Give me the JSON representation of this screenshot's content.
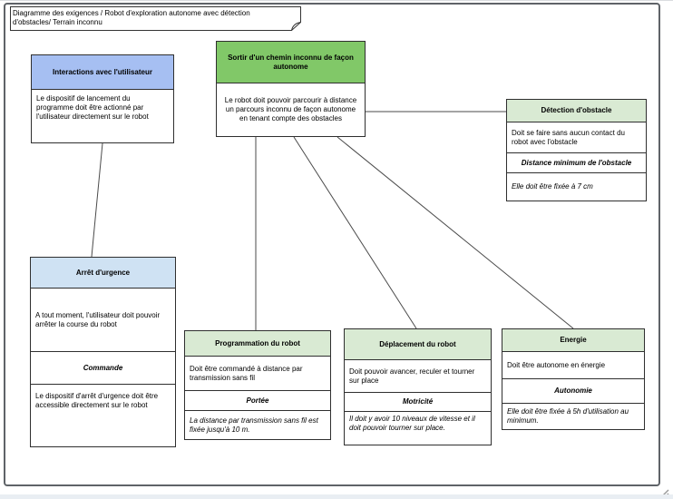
{
  "title_note": {
    "text": "Diagramme des exigences / Robot d'exploration autonome avec détection d'obstacles/ Terrain inconnu"
  },
  "boxes": {
    "interactions": {
      "title": "Interactions avec l'utilisateur",
      "requirement": "Le dispositif de lancement du programme doit être actionné par l'utilisateur directement sur le robot",
      "header_color": "#a6bff2"
    },
    "sortir": {
      "title": "Sortir d'un chemin inconnu de façon autonome",
      "requirement": "Le robot doit pouvoir parcourir à distance un parcours inconnu de façon autonome en tenant compte des obstacles",
      "header_color": "#81c868"
    },
    "detection": {
      "title": "Détection d'obstacle",
      "requirement": "Doit se faire sans aucun contact du robot avec l'obstacle",
      "sub_label": "Distance minimum de l'obstacle",
      "sub_value": "Elle doit être fixée à 7 cm",
      "header_color": "#d9ead3"
    },
    "arret": {
      "title": "Arrêt d'urgence",
      "requirement": "A tout moment, l'utilisateur doit pouvoir arrêter la course du robot",
      "sub_label": "Commande",
      "sub_value": "Le dispositif d'arrêt d'urgence doit être accessible directement sur le robot",
      "header_color": "#cfe2f3"
    },
    "programmation": {
      "title": "Programmation du robot",
      "requirement": "Doit être commandé à distance par transmission sans fil",
      "sub_label": "Portée",
      "sub_value": "La distance par transmission sans fil est fixée jusqu'à 10 m.",
      "header_color": "#d9ead3"
    },
    "deplacement": {
      "title": "Déplacement du robot",
      "requirement": "Doit pouvoir avancer, reculer et tourner sur place",
      "sub_label": "Motricité",
      "sub_value": "Il doit y avoir 10 niveaux de vitesse et il doit pouvoir tourner sur place.",
      "header_color": "#d9ead3"
    },
    "energie": {
      "title": "Energie",
      "requirement": "Doit être autonome en énergie",
      "sub_label": "Autonomie",
      "sub_value": "Elle doit être fixée à 5h d'utilisation au minimum.",
      "header_color": "#d9ead3"
    }
  },
  "connectors": [
    {
      "from": "interactions",
      "to": "arret"
    },
    {
      "from": "sortir",
      "to": "detection"
    },
    {
      "from": "sortir",
      "to": "programmation"
    },
    {
      "from": "sortir",
      "to": "deplacement"
    },
    {
      "from": "sortir",
      "to": "energie"
    }
  ],
  "colors": {
    "canvas_border": "#5f6368",
    "box_border": "#2f2f2f",
    "connector_line": "#4a4a4a",
    "blue_header": "#a6bff2",
    "light_blue_header": "#cfe2f3",
    "green_header": "#81c868",
    "light_green_header": "#d9ead3",
    "bottom_strip": "#e9eef3"
  },
  "icons": {
    "resize_grip": "three diagonal lines"
  }
}
